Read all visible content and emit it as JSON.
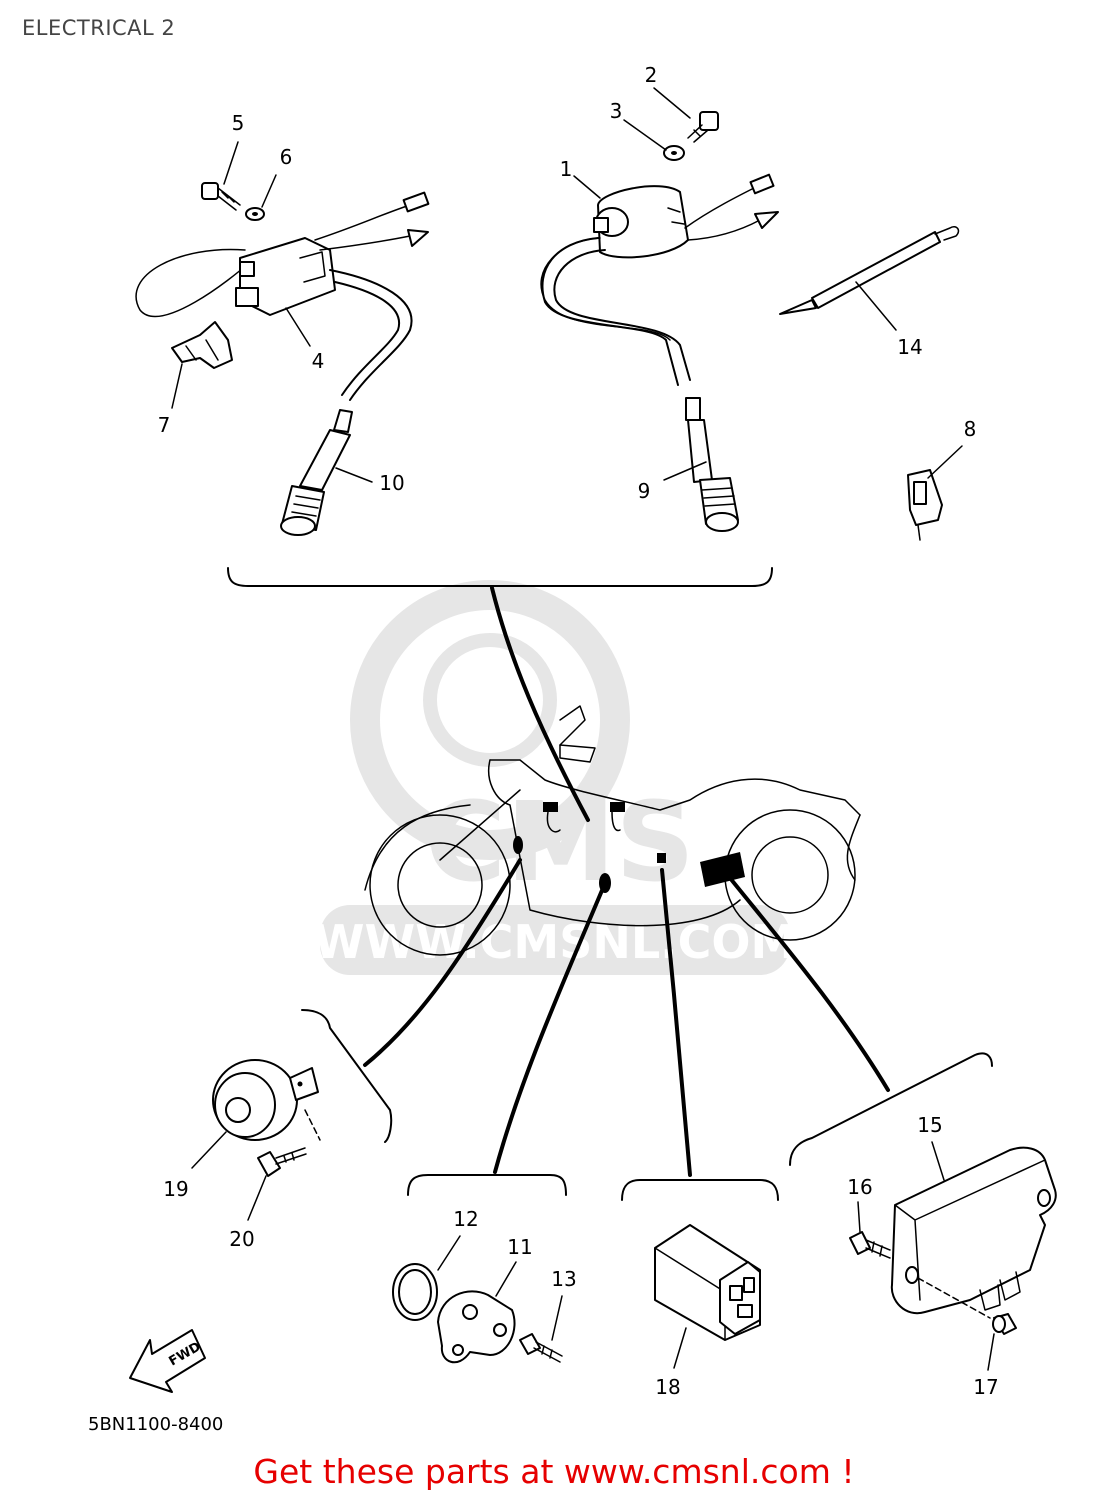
{
  "diagram": {
    "title": "ELECTRICAL 2",
    "part_code": "5BN1100-8400",
    "direction_label": "FWD",
    "cta": "Get these parts at www.cmsnl.com !",
    "watermark": {
      "logo_text": "CMS",
      "url_text": "WWW.CMSNL.COM"
    },
    "callouts": [
      "1",
      "2",
      "3",
      "4",
      "5",
      "6",
      "7",
      "8",
      "9",
      "10",
      "11",
      "12",
      "13",
      "14",
      "15",
      "16",
      "17",
      "18",
      "19",
      "20"
    ]
  },
  "colors": {
    "cta": "#e60000",
    "title": "#444444",
    "watermark": "#e6e6e6"
  }
}
